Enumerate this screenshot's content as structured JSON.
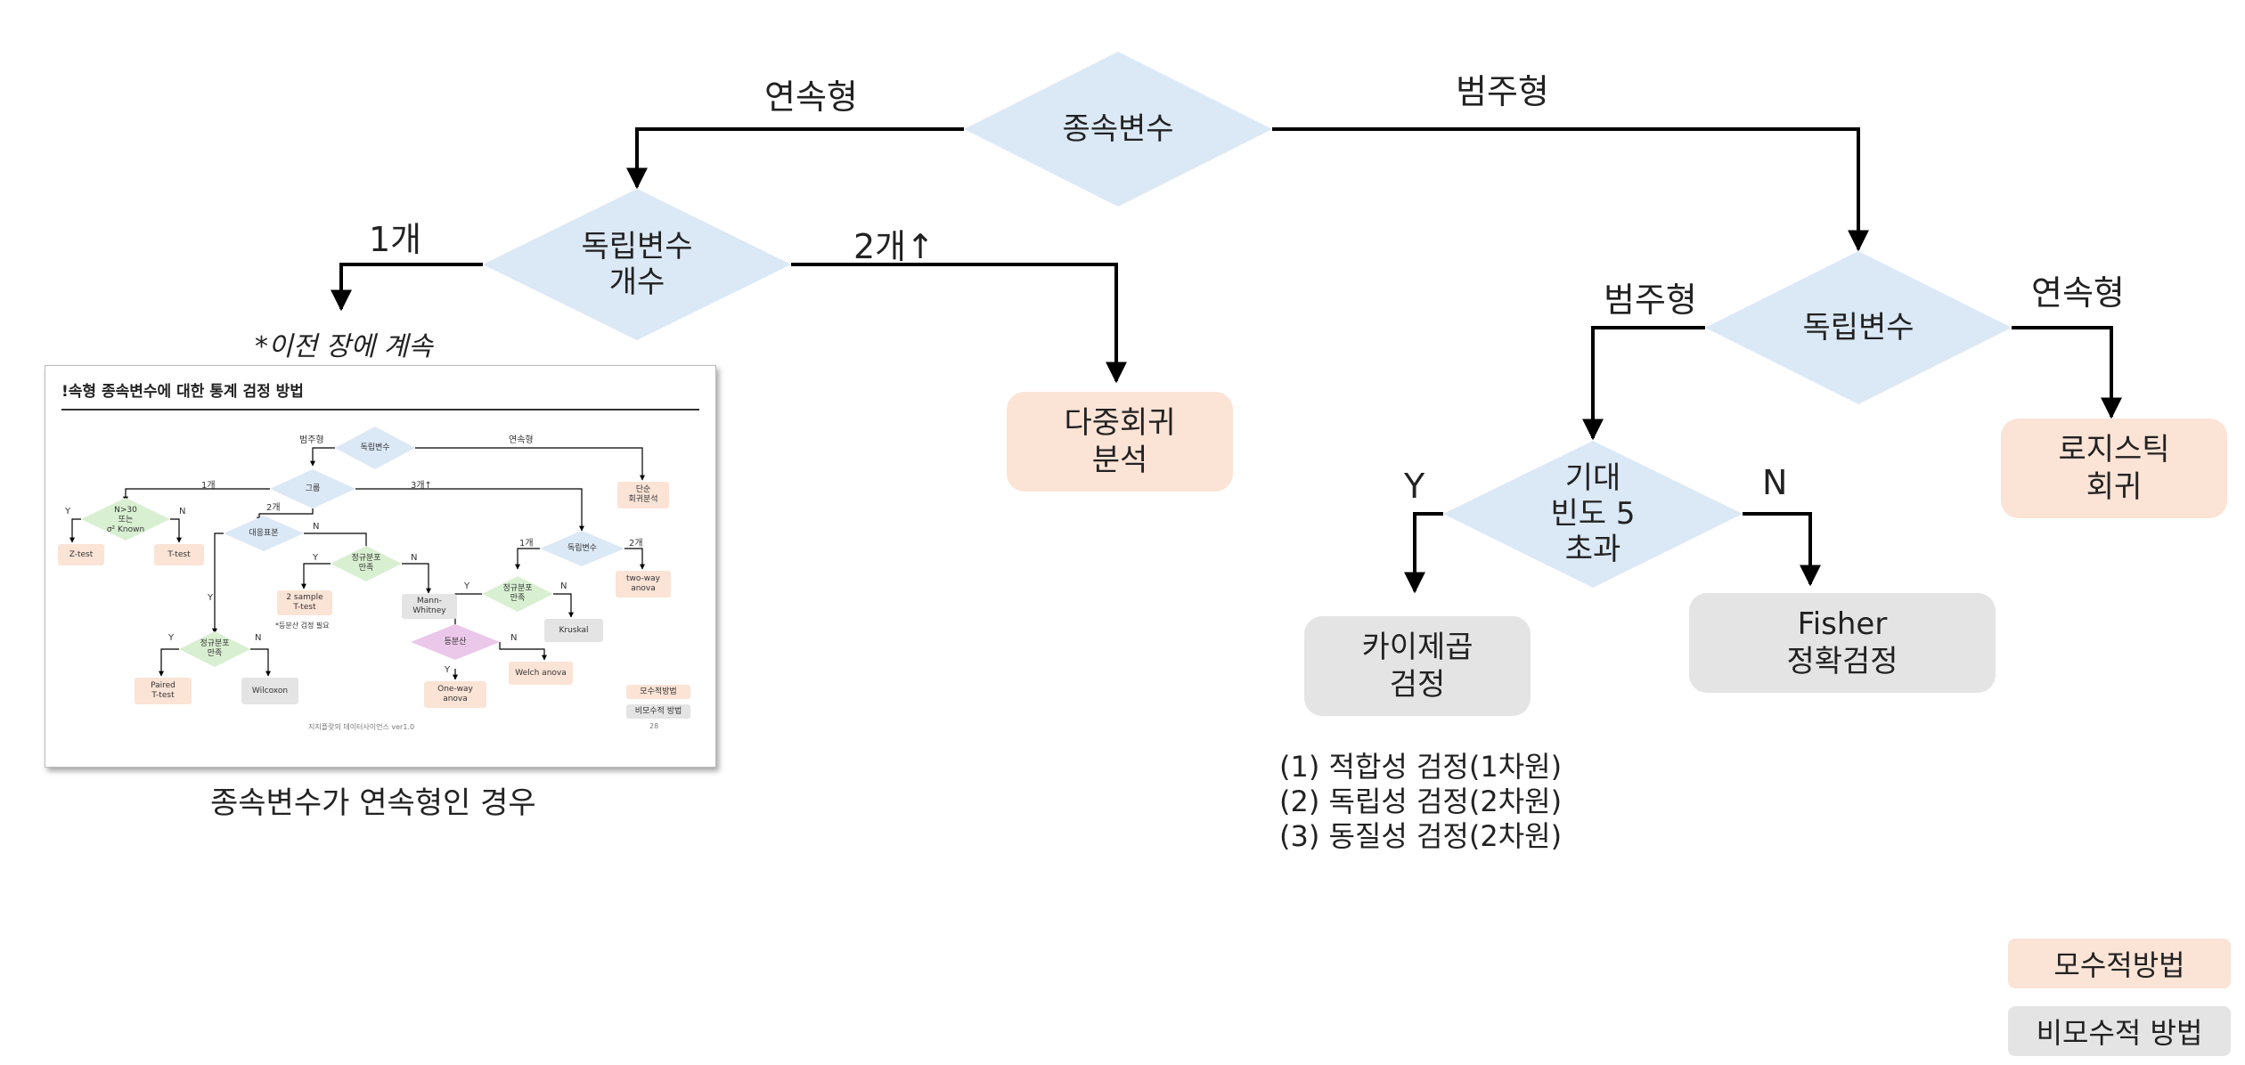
{
  "nodes": {
    "dependent_variable": "종속변수",
    "independent_count": "독립변수\n개수",
    "independent_variable": "독립변수",
    "expected_frequency": "기대\n빈도 5\n초과"
  },
  "edge_labels": {
    "continuous_left": "연속형",
    "categorical_top": "범주형",
    "one": "1개",
    "two_or_more": "2개↑",
    "categorical_right": "범주형",
    "continuous_right": "연속형",
    "yes": "Y",
    "no": "N"
  },
  "results": {
    "multiple_regression": "다중회귀\n분석",
    "logistic_regression": "로지스틱\n회귀",
    "chi_square": "카이제곱\n검정",
    "fisher": "Fisher\n정확검정"
  },
  "note": "*이전 장에 계속",
  "thumbnail_caption": "종속변수가 연속형인 경우",
  "chi_square_notes": [
    "(1) 적합성 검정(1차원)",
    "(2) 독립성 검정(2차원)",
    "(3) 동질성 검정(2차원)"
  ],
  "legend": {
    "parametric": "모수적방법",
    "nonparametric": "비모수적 방법"
  },
  "thumbnail": {
    "title": "!속형  종속변수에 대한 통계 검정 방법",
    "categorical": "범주형",
    "continuous": "연속형",
    "independent_variable": "독립변수",
    "group": "그룹",
    "one": "1개",
    "two": "2개",
    "three_plus": "3개↑",
    "n30": "N>30\n또는\nσ² Known",
    "y": "Y",
    "n": "N",
    "z_test": "Z-test",
    "t_test": "T-test",
    "paired_sample": "대응표본",
    "normality": "정규분포\n만족",
    "two_sample_t": "2 sample\nT-test",
    "equal_var_note": "*등분산 검정 필요",
    "mann_whitney": "Mann-\nWhitney",
    "paired_t": "Paired\nT-test",
    "wilcoxon": "Wilcoxon",
    "simple_regression": "단순\n회귀분석",
    "two_way_anova": "two-way\nanova",
    "kruskal": "Kruskal",
    "equal_variance": "등분산",
    "welch_anova": "Welch anova",
    "one_way_anova": "One-way\nanova",
    "legend_param": "모수적방법",
    "legend_nonparam": "비모수적 방법",
    "footer": "지지플랏의 데이터사이언스 ver1.0",
    "page": "28"
  },
  "colors": {
    "decision_fill": "#dbe8f6",
    "parametric_fill": "#fbe3d6",
    "nonparametric_fill": "#e4e4e4",
    "equal_variance_fill": "#ebc7ea",
    "normality_fill": "#d8f0d1",
    "line": "#000000"
  }
}
